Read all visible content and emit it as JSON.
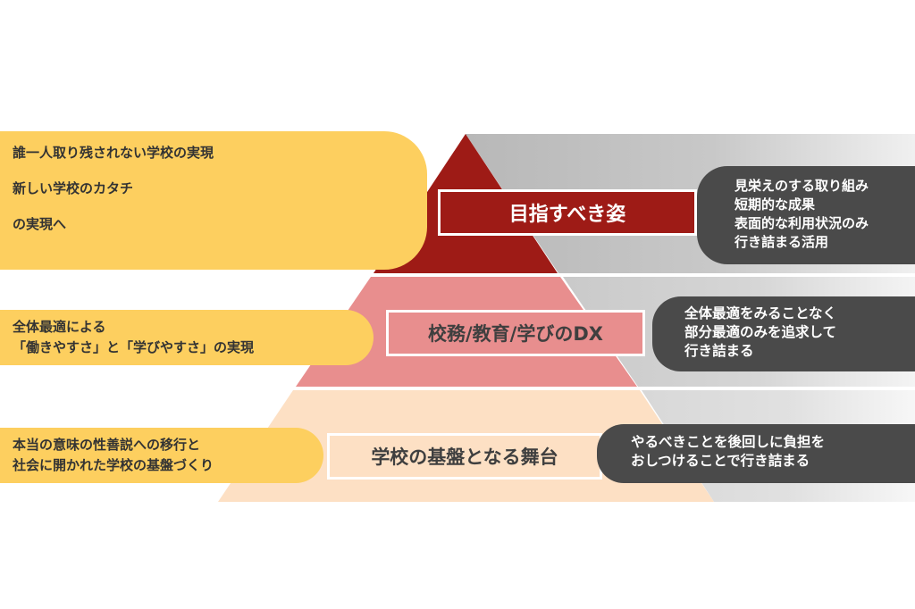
{
  "diagram": {
    "left_callouts": {
      "top": [
        "誰一人取り残されない学校の実現",
        "新しい学校のカタチ",
        "の実現へ"
      ],
      "middle": [
        "全体最適による",
        "「働きやすさ」と「学びやすさ」の実現"
      ],
      "bottom": [
        "本当の意味の性善説への移行と",
        "社会に開かれた学校の基盤づくり"
      ]
    },
    "pyramid_labels": {
      "top": "目指すべき姿",
      "middle": "校務/教育/学びのDX",
      "bottom": "学校の基盤となる舞台"
    },
    "right_boxes": {
      "top": [
        "見栄えのする取り組み",
        "短期的な成果",
        "表面的な利用状況のみ",
        "行き詰まる活用"
      ],
      "middle": [
        "全体最適をみることなく",
        "部分最適のみを追求して",
        "行き詰まる"
      ],
      "bottom": [
        "やるべきことを後回しに負担を",
        "おしつけることで行き詰まる"
      ]
    },
    "colors": {
      "top_tier": "#9e1b16",
      "middle_tier": "#e88e8e",
      "bottom_tier": "#fde0c4",
      "callout": "#fdcf5f",
      "dark_box": "#4a4a4a",
      "inverted_gray": "#b3b3b3"
    }
  }
}
